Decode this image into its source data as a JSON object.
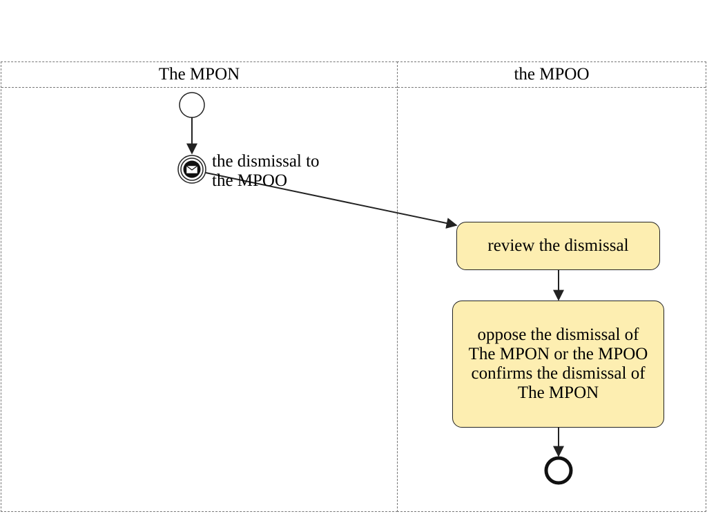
{
  "lanes": [
    {
      "label": "The MPON"
    },
    {
      "label": "the MPOO"
    }
  ],
  "events": {
    "start": {
      "icon": "start-event-circle"
    },
    "message": {
      "icon": "envelope-icon",
      "label": "the dismissal to the MPOO"
    },
    "end": {
      "icon": "end-event-circle"
    }
  },
  "tasks": [
    {
      "label": "review the dismissal"
    },
    {
      "label": "oppose the dismissal of The MPON or the MPOO confirms the dismissal of The MPON"
    }
  ],
  "colors": {
    "task_fill": "#fdeeb1",
    "stroke": "#222222",
    "lane_border": "#777777"
  }
}
